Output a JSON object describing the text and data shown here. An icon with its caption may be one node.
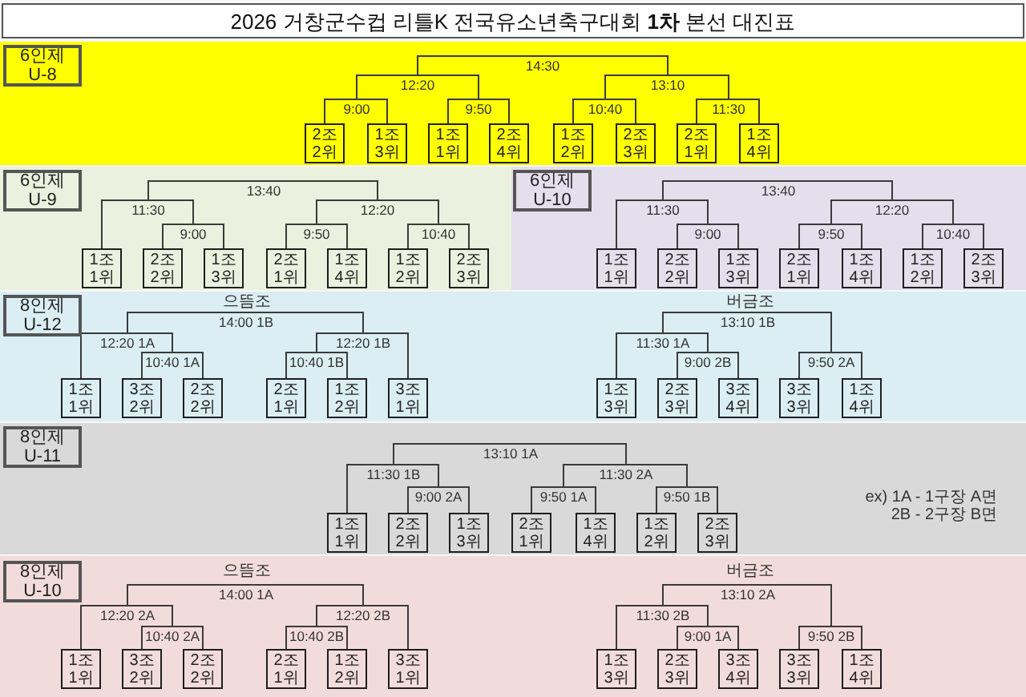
{
  "diagram": {
    "title": "2026 거창군수컵 리틀K 전국유소년축구대회 **1차** 본선 대진표",
    "nodes": [
      {
        "text": [],
        "shape": "band"
      },
      {
        "text": [
          "6인제 U-8"
        ],
        "in": 0
      },
      {
        "text": [
          "14:30"
        ],
        "in": 0
      },
      {
        "text": [
          "12:20"
        ],
        "in": 0
      },
      {
        "text": [
          "13:10"
        ],
        "in": 0
      },
      {
        "text": [
          "9:00"
        ],
        "in": 0
      },
      {
        "text": [
          "9:50"
        ],
        "in": 0
      },
      {
        "text": [
          "10:40"
        ],
        "in": 0
      },
      {
        "text": [
          "11:30"
        ],
        "in": 0
      },
      {
        "text": [
          "2조 2위"
        ],
        "in": 0
      },
      {
        "text": [
          "1조 3위"
        ],
        "in": 0
      },
      {
        "text": [
          "1조 1위"
        ],
        "in": 0
      },
      {
        "text": [
          "2조 4위"
        ],
        "in": 0
      },
      {
        "text": [
          "1조 2위"
        ],
        "in": 0
      },
      {
        "text": [
          "2조 3위"
        ],
        "in": 0
      },
      {
        "text": [
          "2조 1위"
        ],
        "in": 0
      },
      {
        "text": [
          "1조 4위"
        ],
        "in": 0
      },
      {
        "text": [],
        "shape": "band"
      },
      {
        "text": [
          "6인제 U-9"
        ],
        "in": 17
      },
      {
        "text": [
          "13:40"
        ],
        "in": 17
      },
      {
        "text": [
          "11:30"
        ],
        "in": 17
      },
      {
        "text": [
          "12:20"
        ],
        "in": 17
      },
      {
        "text": [
          "9:00"
        ],
        "in": 17
      },
      {
        "text": [
          "9:50"
        ],
        "in": 17
      },
      {
        "text": [
          "10:40"
        ],
        "in": 17
      },
      {
        "text": [
          "1조 1위"
        ],
        "in": 17
      },
      {
        "text": [
          "2조 2위"
        ],
        "in": 17
      },
      {
        "text": [
          "1조 3위"
        ],
        "in": 17
      },
      {
        "text": [
          "2조 1위"
        ],
        "in": 17
      },
      {
        "text": [
          "1조 4위"
        ],
        "in": 17
      },
      {
        "text": [
          "1조 2위"
        ],
        "in": 17
      },
      {
        "text": [
          "2조 3위"
        ],
        "in": 17
      },
      {
        "text": [],
        "shape": "band"
      },
      {
        "text": [
          "6인제 U-10"
        ],
        "in": 32
      },
      {
        "text": [
          "13:40"
        ],
        "in": 32
      },
      {
        "text": [
          "11:30"
        ],
        "in": 32
      },
      {
        "text": [
          "12:20"
        ],
        "in": 32
      },
      {
        "text": [
          "9:00"
        ],
        "in": 32
      },
      {
        "text": [
          "9:50"
        ],
        "in": 32
      },
      {
        "text": [
          "10:40"
        ],
        "in": 32
      },
      {
        "text": [
          "1조 1위"
        ],
        "in": 32
      },
      {
        "text": [
          "2조 2위"
        ],
        "in": 32
      },
      {
        "text": [
          "1조 3위"
        ],
        "in": 32
      },
      {
        "text": [
          "2조 1위"
        ],
        "in": 32
      },
      {
        "text": [
          "1조 4위"
        ],
        "in": 32
      },
      {
        "text": [
          "1조 2위"
        ],
        "in": 32
      },
      {
        "text": [
          "2조 3위"
        ],
        "in": 32
      },
      {
        "text": [],
        "shape": "band"
      },
      {
        "text": [
          "8인제 U-12"
        ],
        "in": 47
      },
      {
        "text": [
          "14:00 1B"
        ],
        "in": 47
      },
      {
        "text": [
          "13:10 1B"
        ],
        "in": 47
      },
      {
        "text": [
          "12:20 1A"
        ],
        "in": 47
      },
      {
        "text": [
          "12:20 1B"
        ],
        "in": 47
      },
      {
        "text": [
          "11:30 1A"
        ],
        "in": 47
      },
      {
        "text": [
          "10:40 1A"
        ],
        "in": 47
      },
      {
        "text": [
          "10:40 1B"
        ],
        "in": 47
      },
      {
        "text": [
          "9:00 2B"
        ],
        "in": 47
      },
      {
        "text": [
          "9:50 2A"
        ],
        "in": 47
      },
      {
        "text": [
          "1조 1위"
        ],
        "in": 47
      },
      {
        "text": [
          "3조 2위"
        ],
        "in": 47
      },
      {
        "text": [
          "2조 2위"
        ],
        "in": 47
      },
      {
        "text": [
          "2조 1위"
        ],
        "in": 47
      },
      {
        "text": [
          "1조 2위"
        ],
        "in": 47
      },
      {
        "text": [
          "3조 1위"
        ],
        "in": 47
      },
      {
        "text": [
          "1조 3위"
        ],
        "in": 47
      },
      {
        "text": [
          "2조 3위"
        ],
        "in": 47
      },
      {
        "text": [
          "3조 4위"
        ],
        "in": 47
      },
      {
        "text": [
          "3조 3위"
        ],
        "in": 47
      },
      {
        "text": [
          "1조 4위"
        ],
        "in": 47
      },
      {
        "text": [],
        "shape": "band"
      },
      {
        "text": [
          "8인제 U-11"
        ],
        "in": 69
      },
      {
        "text": [
          "13:10 1A"
        ],
        "in": 69
      },
      {
        "text": [
          "11:30 1B"
        ],
        "in": 69
      },
      {
        "text": [
          "11:30 2A"
        ],
        "in": 69
      },
      {
        "text": [
          "9:00 2A"
        ],
        "in": 69
      },
      {
        "text": [
          "9:50 1A"
        ],
        "in": 69
      },
      {
        "text": [
          "9:50 1B"
        ],
        "in": 69
      },
      {
        "text": [
          "1조 1위"
        ],
        "in": 69
      },
      {
        "text": [
          "2조 2위"
        ],
        "in": 69
      },
      {
        "text": [
          "1조 3위"
        ],
        "in": 69
      },
      {
        "text": [
          "2조 1위"
        ],
        "in": 69
      },
      {
        "text": [
          "1조 4위"
        ],
        "in": 69
      },
      {
        "text": [
          "1조 2위"
        ],
        "in": 69
      },
      {
        "text": [
          "2조 3위"
        ],
        "in": 69
      },
      {
        "text": [],
        "shape": "band"
      },
      {
        "text": [
          "8인제 U-10"
        ],
        "in": 84
      },
      {
        "text": [
          "14:00 1A"
        ],
        "in": 84
      },
      {
        "text": [
          "13:10 2A"
        ],
        "in": 84
      },
      {
        "text": [
          "12:20 2A"
        ],
        "in": 84
      },
      {
        "text": [
          "12:20 2B"
        ],
        "in": 84
      },
      {
        "text": [
          "11:30 2B"
        ],
        "in": 84
      },
      {
        "text": [
          "10:40 2A"
        ],
        "in": 84
      },
      {
        "text": [
          "10:40 2B"
        ],
        "in": 84
      },
      {
        "text": [
          "9:00 1A"
        ],
        "in": 84
      },
      {
        "text": [
          "9:50 2B"
        ],
        "in": 84
      },
      {
        "text": [
          "1조 1위"
        ],
        "in": 84
      },
      {
        "text": [
          "3조 2위"
        ],
        "in": 84
      },
      {
        "text": [
          "2조 2위"
        ],
        "in": 84
      },
      {
        "text": [
          "2조 1위"
        ],
        "in": 84
      },
      {
        "text": [
          "1조 2위"
        ],
        "in": 84
      },
      {
        "text": [
          "3조 1위"
        ],
        "in": 84
      },
      {
        "text": [
          "1조 3위"
        ],
        "in": 84
      },
      {
        "text": [
          "2조 3위"
        ],
        "in": 84
      },
      {
        "text": [
          "3조 4위"
        ],
        "in": 84
      },
      {
        "text": [
          "3조 3위"
        ],
        "in": 84
      },
      {
        "text": [
          "1조 4위"
        ],
        "in": 84
      }
    ],
    "edges": [
      {
        "from": 3,
        "to": 2,
        "arrow": "none"
      },
      {
        "from": 4,
        "to": 2,
        "arrow": "none"
      },
      {
        "from": 5,
        "to": 3,
        "arrow": "none"
      },
      {
        "from": 6,
        "to": 3,
        "arrow": "none"
      },
      {
        "from": 7,
        "to": 4,
        "arrow": "none"
      },
      {
        "from": 8,
        "to": 4,
        "arrow": "none"
      },
      {
        "from": 9,
        "to": 5,
        "arrow": "none"
      },
      {
        "from": 10,
        "to": 5,
        "arrow": "none"
      },
      {
        "from": 11,
        "to": 6,
        "arrow": "none"
      },
      {
        "from": 12,
        "to": 6,
        "arrow": "none"
      },
      {
        "from": 13,
        "to": 7,
        "arrow": "none"
      },
      {
        "from": 14,
        "to": 7,
        "arrow": "none"
      },
      {
        "from": 15,
        "to": 8,
        "arrow": "none"
      },
      {
        "from": 16,
        "to": 8,
        "arrow": "none"
      },
      {
        "from": 20,
        "to": 19,
        "arrow": "none"
      },
      {
        "from": 21,
        "to": 19,
        "arrow": "none"
      },
      {
        "from": 25,
        "to": 20,
        "arrow": "none"
      },
      {
        "from": 22,
        "to": 20,
        "arrow": "none"
      },
      {
        "from": 26,
        "to": 22,
        "arrow": "none"
      },
      {
        "from": 27,
        "to": 22,
        "arrow": "none"
      },
      {
        "from": 23,
        "to": 21,
        "arrow": "none"
      },
      {
        "from": 24,
        "to": 21,
        "arrow": "none"
      },
      {
        "from": 28,
        "to": 23,
        "arrow": "none"
      },
      {
        "from": 29,
        "to": 23,
        "arrow": "none"
      },
      {
        "from": 30,
        "to": 24,
        "arrow": "none"
      },
      {
        "from": 31,
        "to": 24,
        "arrow": "none"
      },
      {
        "from": 35,
        "to": 34,
        "arrow": "none"
      },
      {
        "from": 36,
        "to": 34,
        "arrow": "none"
      },
      {
        "from": 40,
        "to": 35,
        "arrow": "none"
      },
      {
        "from": 37,
        "to": 35,
        "arrow": "none"
      },
      {
        "from": 41,
        "to": 37,
        "arrow": "none"
      },
      {
        "from": 42,
        "to": 37,
        "arrow": "none"
      },
      {
        "from": 38,
        "to": 36,
        "arrow": "none"
      },
      {
        "from": 39,
        "to": 36,
        "arrow": "none"
      },
      {
        "from": 43,
        "to": 38,
        "arrow": "none"
      },
      {
        "from": 44,
        "to": 38,
        "arrow": "none"
      },
      {
        "from": 45,
        "to": 39,
        "arrow": "none"
      },
      {
        "from": 46,
        "to": 39,
        "arrow": "none"
      },
      {
        "from": 51,
        "to": 49,
        "arrow": "none"
      },
      {
        "from": 52,
        "to": 49,
        "arrow": "none"
      },
      {
        "from": 58,
        "to": 51,
        "arrow": "none"
      },
      {
        "from": 54,
        "to": 51,
        "arrow": "none"
      },
      {
        "from": 59,
        "to": 54,
        "arrow": "none"
      },
      {
        "from": 60,
        "to": 54,
        "arrow": "none"
      },
      {
        "from": 55,
        "to": 52,
        "arrow": "none"
      },
      {
        "from": 63,
        "to": 52,
        "arrow": "none"
      },
      {
        "from": 61,
        "to": 55,
        "arrow": "none"
      },
      {
        "from": 62,
        "to": 55,
        "arrow": "none"
      },
      {
        "from": 53,
        "to": 50,
        "arrow": "none"
      },
      {
        "from": 57,
        "to": 50,
        "arrow": "none"
      },
      {
        "from": 64,
        "to": 53,
        "arrow": "none"
      },
      {
        "from": 56,
        "to": 53,
        "arrow": "none"
      },
      {
        "from": 65,
        "to": 56,
        "arrow": "none"
      },
      {
        "from": 66,
        "to": 56,
        "arrow": "none"
      },
      {
        "from": 67,
        "to": 57,
        "arrow": "none"
      },
      {
        "from": 68,
        "to": 57,
        "arrow": "none"
      },
      {
        "from": 72,
        "to": 71,
        "arrow": "none"
      },
      {
        "from": 73,
        "to": 71,
        "arrow": "none"
      },
      {
        "from": 77,
        "to": 72,
        "arrow": "none"
      },
      {
        "from": 74,
        "to": 72,
        "arrow": "none"
      },
      {
        "from": 78,
        "to": 74,
        "arrow": "none"
      },
      {
        "from": 79,
        "to": 74,
        "arrow": "none"
      },
      {
        "from": 75,
        "to": 73,
        "arrow": "none"
      },
      {
        "from": 76,
        "to": 73,
        "arrow": "none"
      },
      {
        "from": 80,
        "to": 75,
        "arrow": "none"
      },
      {
        "from": 81,
        "to": 75,
        "arrow": "none"
      },
      {
        "from": 82,
        "to": 76,
        "arrow": "none"
      },
      {
        "from": 83,
        "to": 76,
        "arrow": "none"
      },
      {
        "from": 88,
        "to": 86,
        "arrow": "none"
      },
      {
        "from": 89,
        "to": 86,
        "arrow": "none"
      },
      {
        "from": 95,
        "to": 88,
        "arrow": "none"
      },
      {
        "from": 91,
        "to": 88,
        "arrow": "none"
      },
      {
        "from": 96,
        "to": 91,
        "arrow": "none"
      },
      {
        "from": 97,
        "to": 91,
        "arrow": "none"
      },
      {
        "from": 92,
        "to": 89,
        "arrow": "none"
      },
      {
        "from": 100,
        "to": 89,
        "arrow": "none"
      },
      {
        "from": 98,
        "to": 92,
        "arrow": "none"
      },
      {
        "from": 99,
        "to": 92,
        "arrow": "none"
      },
      {
        "from": 90,
        "to": 87,
        "arrow": "none"
      },
      {
        "from": 94,
        "to": 87,
        "arrow": "none"
      },
      {
        "from": 101,
        "to": 90,
        "arrow": "none"
      },
      {
        "from": 93,
        "to": 90,
        "arrow": "none"
      },
      {
        "from": 102,
        "to": 93,
        "arrow": "none"
      },
      {
        "from": 103,
        "to": 93,
        "arrow": "none"
      },
      {
        "from": 104,
        "to": 94,
        "arrow": "none"
      },
      {
        "from": 105,
        "to": 94,
        "arrow": "none"
      }
    ],
    "labels": [
      "으뜸조",
      "버금조",
      "ex) 1A - 1구장 A면",
      "2B - 2구장 B면",
      "으뜸조",
      "버금조"
    ]
  }
}
